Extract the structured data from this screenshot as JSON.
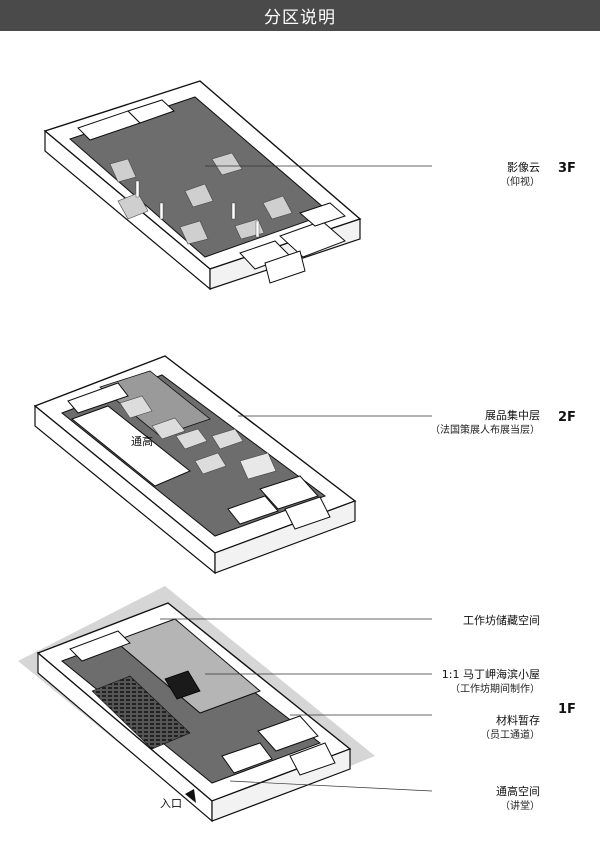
{
  "header": {
    "title": "分区说明"
  },
  "floors": {
    "f3": {
      "floor": "3F",
      "zones": [
        {
          "name": "影像云",
          "sub": "（仰视）"
        }
      ]
    },
    "f2": {
      "floor": "2F",
      "inner_label": "通高",
      "zones": [
        {
          "name": "展品集中层",
          "sub": "（法国策展人布展当层）"
        }
      ]
    },
    "f1": {
      "floor": "1F",
      "entrance": "入口",
      "zones": [
        {
          "name": "工作坊储藏空间",
          "sub": ""
        },
        {
          "name": "1:1 马丁岬海滨小屋",
          "sub": "（工作坊期间制作）"
        },
        {
          "name": "材料暂存",
          "sub": "（员工通道）"
        },
        {
          "name": "通高空间",
          "sub": "（讲堂）"
        }
      ]
    }
  },
  "colors": {
    "header_bg": "#4a4a4a",
    "floor_fill": "#6d6d6d",
    "wall": "#ffffff",
    "outline": "#111111",
    "shadow": "#d6d6d6"
  }
}
